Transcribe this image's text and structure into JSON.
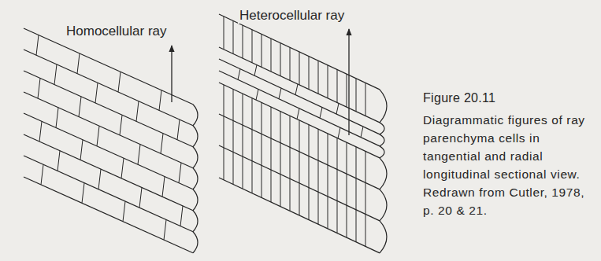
{
  "diagram": {
    "title": "Figure 20.11",
    "caption": "Diagrammatic figures of ray parenchyma cells in tangential and radial longitudinal sectional view. Redrawn from Cutler, 1978, p. 20 & 21.",
    "labels": [
      "Homocellular ray",
      "Heterocellular ray"
    ]
  }
}
